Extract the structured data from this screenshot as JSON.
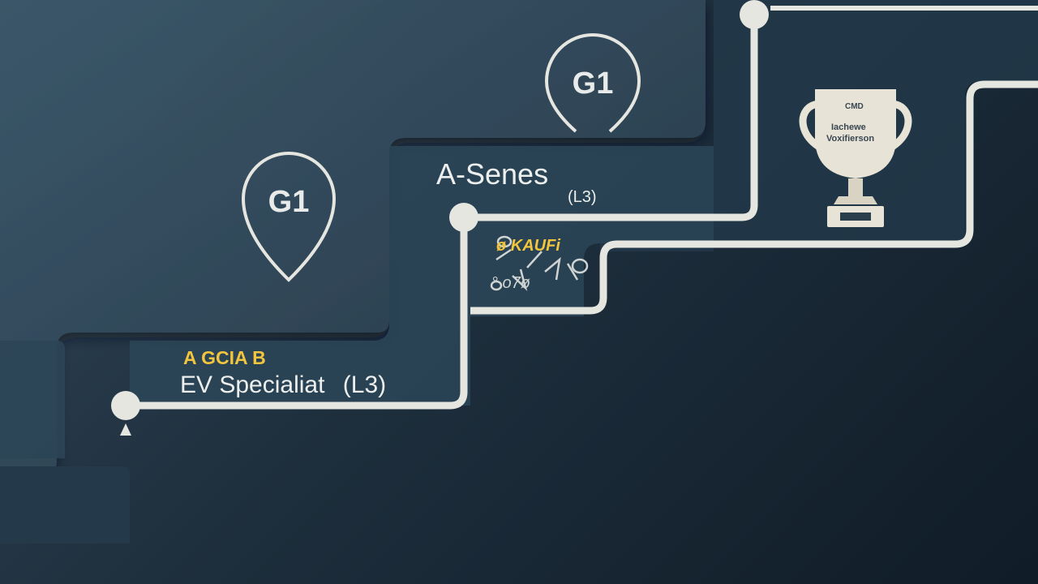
{
  "milestones": [
    {
      "pin": "G1",
      "badge": "A GCIA B",
      "title": "EV Specialiat",
      "level": "(L3)"
    },
    {
      "pin": "G1",
      "badge": "",
      "title": "A-Senes",
      "level": "(L3)"
    }
  ],
  "scribble": {
    "line1": "ø KAUFi",
    "line2": "° o7ø"
  },
  "trophy": {
    "line1": "CMD",
    "line2": "Iachewe",
    "line3": "Voxifierson"
  },
  "top_fragment": "",
  "colors": {
    "background_light": "#33495a",
    "background_dark": "#101c27",
    "step_fill": "#2f4a5c",
    "path": "#e6e6e0",
    "badge_yellow": "#f2c53d",
    "text": "#ecefed"
  }
}
